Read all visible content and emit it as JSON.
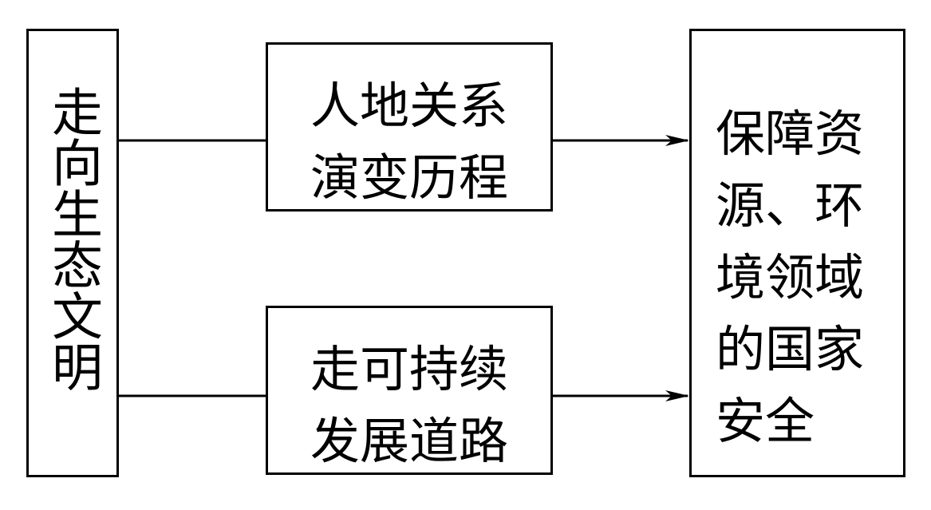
{
  "nodes": {
    "left": {
      "text": "走向生态文明"
    },
    "mid_top": {
      "text": "人地关系\n演变历程"
    },
    "mid_bottom": {
      "text": "走可持续\n发展道路"
    },
    "right": {
      "text": "保障资源、环境领域的国家安全"
    }
  }
}
